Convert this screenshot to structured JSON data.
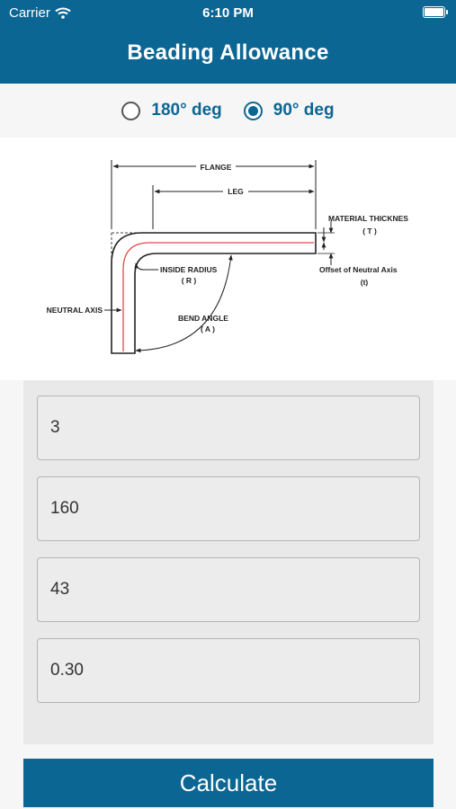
{
  "status_bar": {
    "carrier": "Carrier",
    "time": "6:10 PM"
  },
  "header": {
    "title": "Beading Allowance"
  },
  "angle_options": [
    {
      "label": "180° deg",
      "selected": false
    },
    {
      "label": "90° deg",
      "selected": true
    }
  ],
  "diagram": {
    "flange": "FLANGE",
    "leg": "LEG",
    "material_thickness": "MATERIAL THICKNES",
    "thickness_symbol": "( T )",
    "inside_radius": "INSIDE RADIUS",
    "radius_symbol": "( R )",
    "offset_neutral_axis": "Offset of Neutral Axis",
    "offset_symbol": "(t)",
    "neutral_axis": "NEUTRAL AXIS",
    "bend_angle": "BEND ANGLE",
    "angle_symbol": "( A )"
  },
  "inputs": [
    {
      "value": "3"
    },
    {
      "value": "160"
    },
    {
      "value": "43"
    },
    {
      "value": "0.30"
    }
  ],
  "calculate_label": "Calculate",
  "colors": {
    "brand": "#0c6694",
    "neutral_axis": "#e2474b"
  }
}
